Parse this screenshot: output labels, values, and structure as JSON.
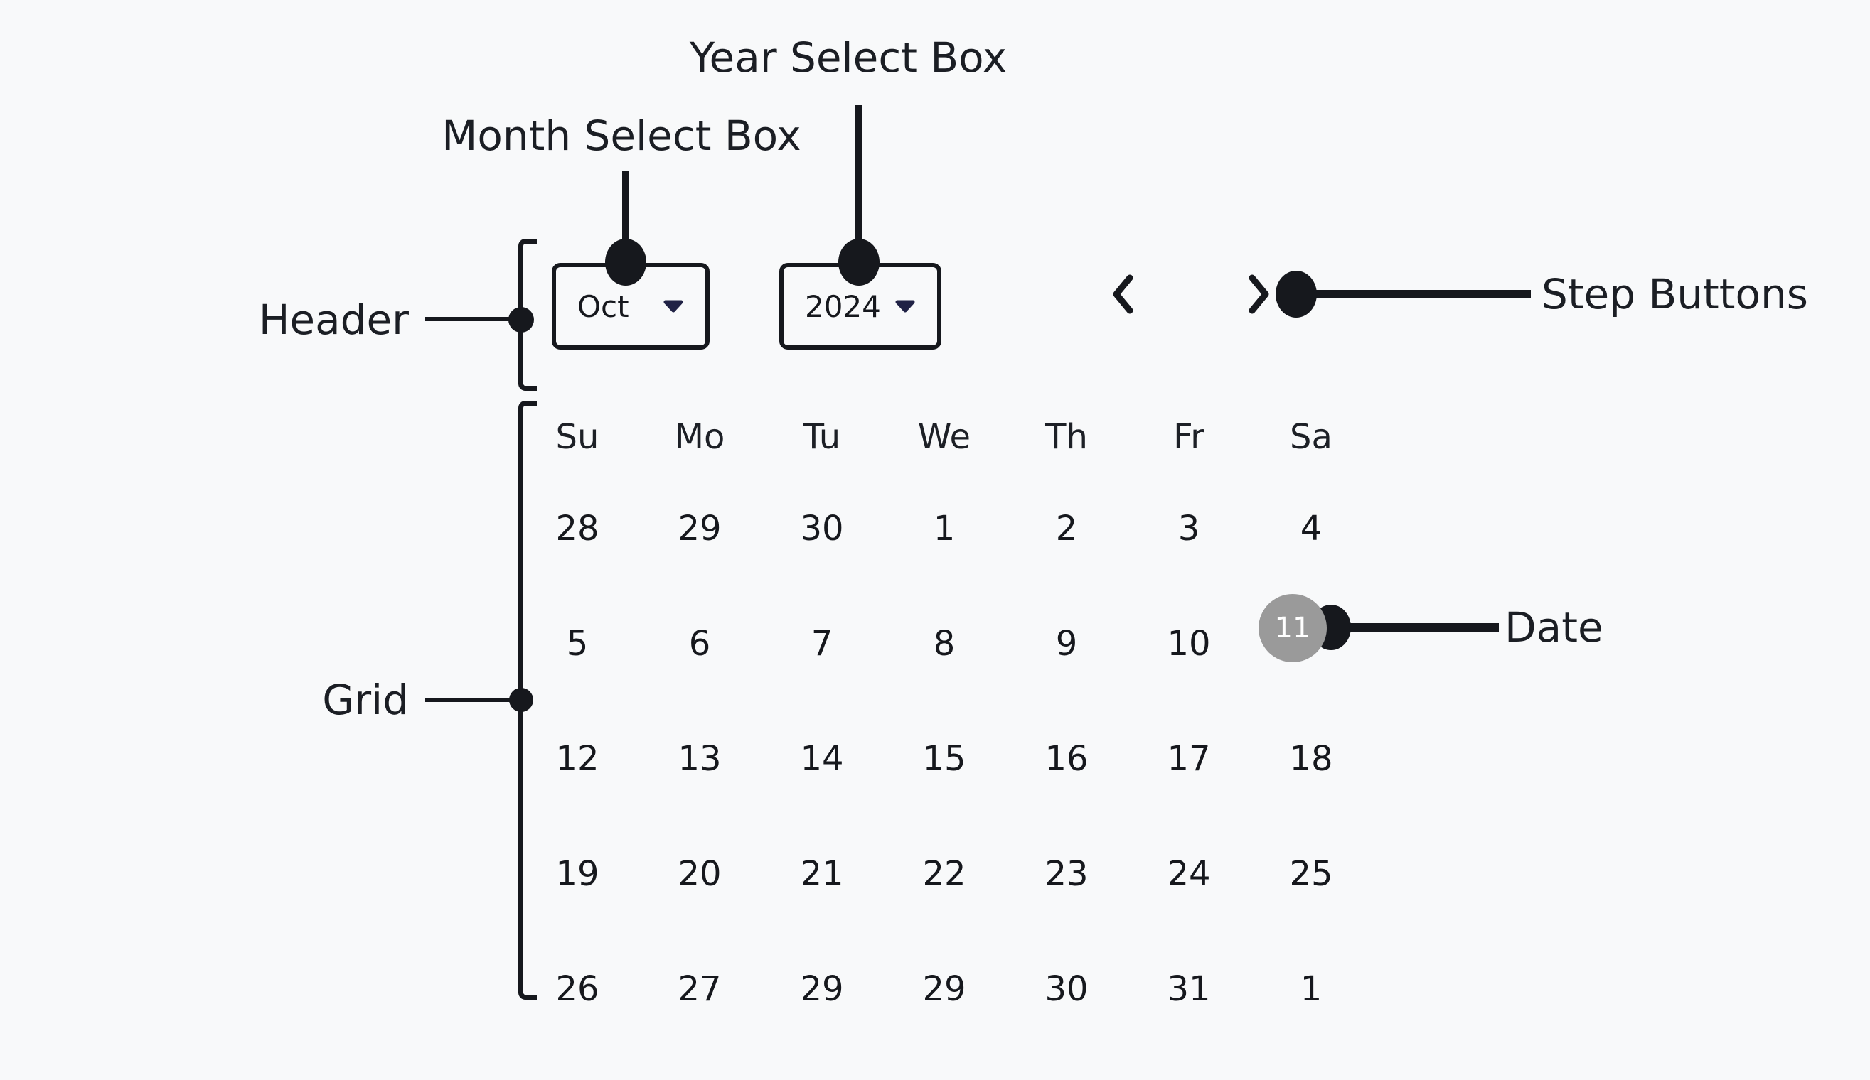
{
  "page": {
    "background": "#f8f9fa",
    "ink": "#16181d"
  },
  "annotations": {
    "year_select_box": "Year Select Box",
    "month_select_box": "Month Select Box",
    "header": "Header",
    "step_buttons": "Step Buttons",
    "grid": "Grid",
    "date": "Date"
  },
  "calendar": {
    "month": "Oct",
    "year": "2024",
    "weekdays": [
      "Su",
      "Mo",
      "Tu",
      "We",
      "Th",
      "Fr",
      "Sa"
    ],
    "weeks": [
      [
        "28",
        "29",
        "30",
        "1",
        "2",
        "3",
        "4"
      ],
      [
        "5",
        "6",
        "7",
        "8",
        "9",
        "10",
        "11"
      ],
      [
        "12",
        "13",
        "14",
        "15",
        "16",
        "17",
        "18"
      ],
      [
        "19",
        "20",
        "21",
        "22",
        "23",
        "24",
        "25"
      ],
      [
        "26",
        "27",
        "29",
        "29",
        "30",
        "31",
        "1"
      ]
    ],
    "selected_date": "11",
    "icons": {
      "prev": "chevron-left",
      "next": "chevron-right",
      "dropdown": "caret-down"
    },
    "colors": {
      "selected_circle_bg": "#9a9a9a",
      "selected_circle_text": "#ffffff",
      "dropdown_arrow": "#202245",
      "callout": "#16181d"
    }
  }
}
